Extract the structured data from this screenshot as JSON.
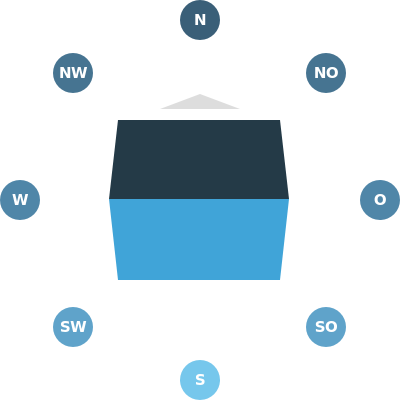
{
  "compass": {
    "directions": [
      {
        "id": "n",
        "label": "N",
        "color": "#3A5F78",
        "selected": false
      },
      {
        "id": "no",
        "label": "NO",
        "color": "#467491",
        "selected": false
      },
      {
        "id": "o",
        "label": "O",
        "color": "#4F86A8",
        "selected": false
      },
      {
        "id": "so",
        "label": "SO",
        "color": "#5FA3CA",
        "selected": false
      },
      {
        "id": "s",
        "label": "S",
        "color": "#76C7EC",
        "selected": true
      },
      {
        "id": "sw",
        "label": "SW",
        "color": "#5FA3CA",
        "selected": false
      },
      {
        "id": "w",
        "label": "W",
        "color": "#4F86A8",
        "selected": false
      },
      {
        "id": "nw",
        "label": "NW",
        "color": "#467491",
        "selected": false
      }
    ]
  },
  "house": {
    "roof_color": "#243A47",
    "wall_color": "#40A4D8",
    "marker_color": "#DDDDDD"
  }
}
